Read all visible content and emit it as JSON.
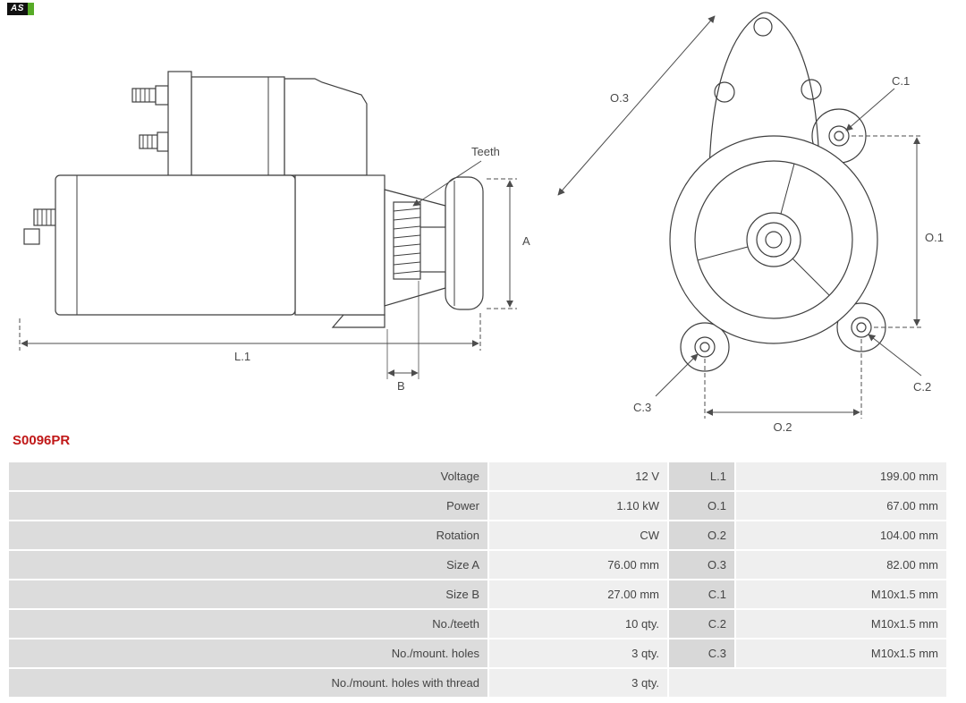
{
  "logo": {
    "text": "AS",
    "accent_color": "#57ab27"
  },
  "part_number": "S0096PR",
  "diagram": {
    "labels": {
      "teeth": "Teeth",
      "a": "A",
      "l1": "L.1",
      "b": "B",
      "o1": "O.1",
      "o2": "O.2",
      "o3": "O.3",
      "c1": "C.1",
      "c2": "C.2",
      "c3": "C.3"
    }
  },
  "table": {
    "rows": [
      {
        "label": "Voltage",
        "value": "12 V",
        "key": "L.1",
        "value2": "199.00 mm"
      },
      {
        "label": "Power",
        "value": "1.10 kW",
        "key": "O.1",
        "value2": "67.00 mm"
      },
      {
        "label": "Rotation",
        "value": "CW",
        "key": "O.2",
        "value2": "104.00 mm"
      },
      {
        "label": "Size A",
        "value": "76.00 mm",
        "key": "O.3",
        "value2": "82.00 mm"
      },
      {
        "label": "Size B",
        "value": "27.00 mm",
        "key": "C.1",
        "value2": "M10x1.5 mm"
      },
      {
        "label": "No./teeth",
        "value": "10 qty.",
        "key": "C.2",
        "value2": "M10x1.5 mm"
      },
      {
        "label": "No./mount. holes",
        "value": "3 qty.",
        "key": "C.3",
        "value2": "M10x1.5 mm"
      },
      {
        "label": "No./mount. holes with thread",
        "value": "3 qty.",
        "key": "",
        "value2": ""
      }
    ]
  },
  "colors": {
    "outline": "#3f3f3f",
    "dimension": "#4d4d4d",
    "part_number": "#c01818",
    "cell_label_bg": "#dcdcdc",
    "cell_value_bg": "#efefef",
    "text": "#444444"
  }
}
